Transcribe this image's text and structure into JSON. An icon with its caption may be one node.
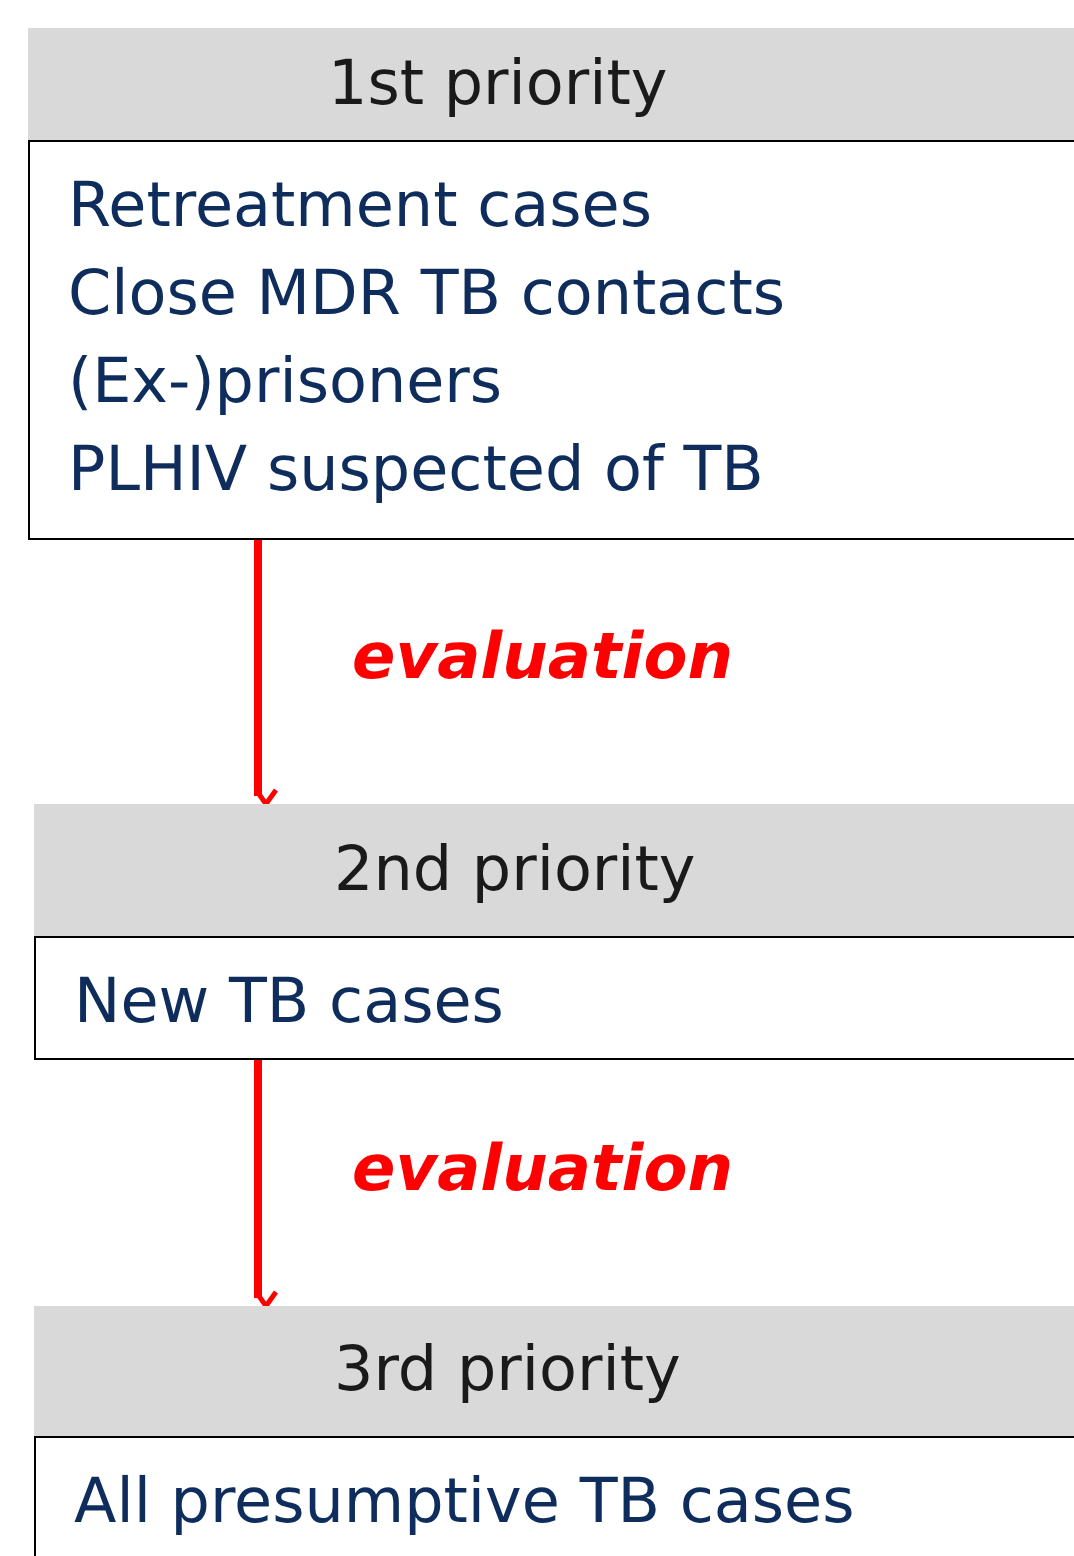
{
  "diagram": {
    "nodes": [
      {
        "text": [
          "1st priority",
          "Retreatment cases",
          "Close MDR TB contacts",
          "(Ex-)prisoners",
          "PLHIV suspected of TB"
        ]
      },
      {
        "text": [
          "2nd priority",
          "New TB cases"
        ]
      },
      {
        "text": [
          "3rd priority",
          "All presumptive TB cases"
        ]
      }
    ],
    "edges": [
      {
        "from": 0,
        "to": 1,
        "arrow": "to",
        "label": "evaluation",
        "color": "#ff0000"
      },
      {
        "from": 1,
        "to": 2,
        "arrow": "to",
        "label": "evaluation",
        "color": "#ff0000"
      }
    ]
  }
}
